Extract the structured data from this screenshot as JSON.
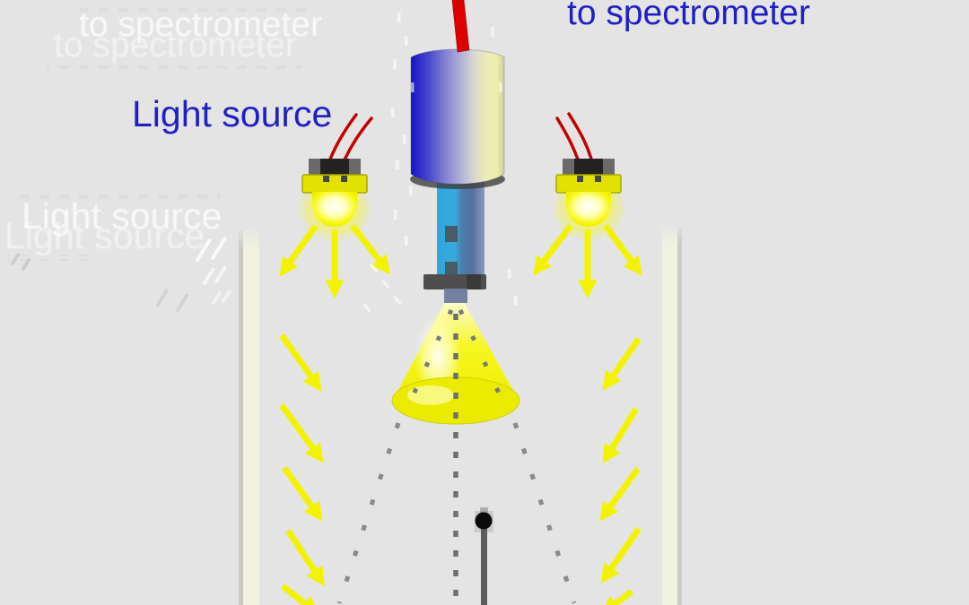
{
  "scene": {
    "description": "diffuse reflectance probe diagram frame",
    "background": "#e4e4e4"
  },
  "labels": {
    "to_spectrometer": "to spectrometer",
    "light_source": "Light source",
    "label_color": "#1f1fc4"
  },
  "ghost_labels": {
    "to_spectrometer": "to spectrometer",
    "light_source": "Light source"
  },
  "colors": {
    "background": "#e4e4e4",
    "ray_yellow": "#f3f300",
    "lamp_plate_yellow": "#e2e200",
    "cone_yellow": "#f0f000",
    "pool_yellow": "#ebeb00",
    "probe_blue": "#1414c8",
    "probe_pale_yellow": "#eeeeac",
    "tube_cyan": "#2ea6dc",
    "tube_slate": "#56709f",
    "fiber_red": "#dd0000",
    "wire_red": "#c40000",
    "wall_cream": "#f1f1e2",
    "wall_edge_gray": "#cbcbc4",
    "dash_gray": "#7d7d7d",
    "pin_black": "#0b0b0b",
    "pin_stem_gray": "#5c5c5c"
  },
  "icons": {
    "ray_arrow": "yellow-arrow-icon",
    "probe": "probe-cylinder",
    "lamp": "halogen-lamp",
    "pin": "sample-pin"
  },
  "graphics": {
    "arrow_color": "#f3f300",
    "arrow_groups": [
      {
        "name": "lamp-left-rays",
        "items": [
          [
            352,
            252,
            322,
            294
          ],
          [
            373,
            256,
            373,
            315
          ],
          [
            393,
            252,
            424,
            292
          ]
        ]
      },
      {
        "name": "lamp-right-rays",
        "items": [
          [
            636,
            252,
            605,
            293
          ],
          [
            655,
            256,
            655,
            315
          ],
          [
            675,
            252,
            705,
            293
          ]
        ]
      },
      {
        "name": "left-column-rays",
        "items": [
          [
            314,
            374,
            348,
            422
          ],
          [
            314,
            452,
            350,
            502
          ],
          [
            317,
            522,
            349,
            567
          ],
          [
            321,
            592,
            352,
            639
          ],
          [
            315,
            654,
            342,
            675
          ]
        ]
      },
      {
        "name": "right-column-rays",
        "items": [
          [
            712,
            378,
            682,
            421
          ],
          [
            709,
            456,
            681,
            502
          ],
          [
            711,
            523,
            679,
            567
          ],
          [
            712,
            590,
            680,
            636
          ],
          [
            704,
            660,
            684,
            675
          ]
        ]
      }
    ],
    "dashed_lines": [
      {
        "name": "center-axis-dashes",
        "pts": [
          508,
          350,
          508,
          673
        ],
        "dash": "7 15",
        "color": "#6f6f6f",
        "w": 5.5
      },
      {
        "name": "cone-edge-left-upper",
        "pts": [
          503,
          346,
          452,
          460
        ],
        "dash": "5 27",
        "color": "#7a7a7a",
        "w": 5
      },
      {
        "name": "cone-edge-right-upper",
        "pts": [
          513,
          346,
          566,
          460
        ],
        "dash": "5 27",
        "color": "#7a7a7a",
        "w": 5
      },
      {
        "name": "cone-edge-left-lower",
        "pts": [
          444,
          472,
          378,
          673
        ],
        "dash": "6 24",
        "color": "#8a8a8a",
        "w": 5
      },
      {
        "name": "cone-edge-right-lower",
        "pts": [
          574,
          472,
          640,
          673
        ],
        "dash": "6 24",
        "color": "#8a8a8a",
        "w": 5
      }
    ],
    "wire_color": "#c40000",
    "wires": [
      "M362,196 C368,172 382,148 397,128",
      "M377,196 C385,172 399,150 414,132",
      "M649,194 C643,170 632,150 621,132",
      "M663,194 C658,166 646,146 634,127"
    ],
    "white_ticks": [
      [
        443,
        14,
        0
      ],
      [
        451,
        40,
        0
      ],
      [
        438,
        66,
        0
      ],
      [
        458,
        92,
        0
      ],
      [
        436,
        120,
        0
      ],
      [
        449,
        150,
        0
      ],
      [
        441,
        178,
        0
      ],
      [
        456,
        207,
        0
      ],
      [
        439,
        234,
        0
      ],
      [
        451,
        263,
        0
      ],
      [
        412,
        296,
        -40
      ],
      [
        425,
        314,
        -40
      ],
      [
        438,
        332,
        -40
      ],
      [
        404,
        340,
        -40
      ],
      [
        547,
        30,
        0
      ],
      [
        556,
        92,
        0
      ],
      [
        566,
        300,
        0
      ],
      [
        573,
        330,
        0
      ]
    ],
    "ghost_slashes": [
      [
        220,
        290,
        22,
        0.8
      ],
      [
        237,
        288,
        22,
        0.8
      ],
      [
        228,
        316,
        15,
        0.65
      ],
      [
        241,
        314,
        15,
        0.65
      ],
      [
        238,
        338,
        11,
        0.5
      ],
      [
        249,
        336,
        11,
        0.5
      ]
    ],
    "gray_slashes": [
      [
        14,
        294,
        10,
        0.3
      ],
      [
        26,
        300,
        10,
        0.3
      ],
      [
        176,
        340,
        16,
        0.22
      ],
      [
        198,
        346,
        16,
        0.22
      ]
    ],
    "dash_rows": [
      [
        86,
        6,
        255
      ],
      [
        52,
        70,
        285
      ],
      [
        20,
        216,
        225
      ],
      [
        8,
        284,
        95
      ]
    ]
  }
}
